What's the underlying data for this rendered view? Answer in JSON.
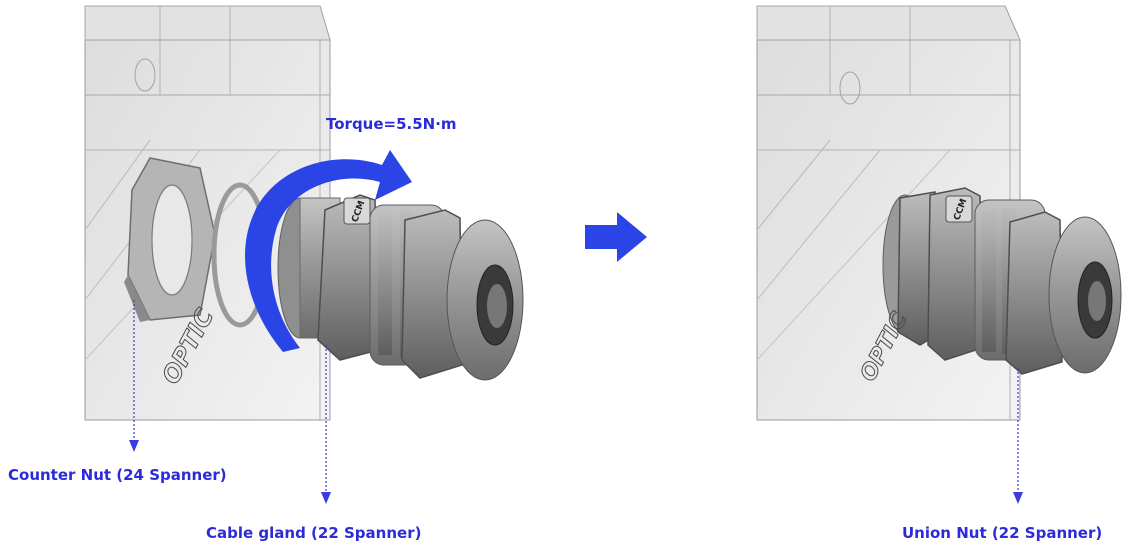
{
  "labels": {
    "torque": "Torque=5.5N·m",
    "counter_nut": "Counter Nut (24 Spanner)",
    "cable_gland": "Cable gland (22 Spanner)",
    "union_nut": "Union Nut (22 Spanner)"
  },
  "embossed_text": "OPTIC",
  "gland_marking": "CCM",
  "colors": {
    "label": "#2b2bd9",
    "arrow": "#2a44e6",
    "leader": "#3a3ae0",
    "housing": "#ececec",
    "housing_edge": "#9a9a9a",
    "metal": "#9c9c9c",
    "metal_dark": "#6f6f6f"
  },
  "icons": {
    "rotation_arrow": "curved-arrow-icon",
    "step_arrow": "right-arrow-icon"
  }
}
